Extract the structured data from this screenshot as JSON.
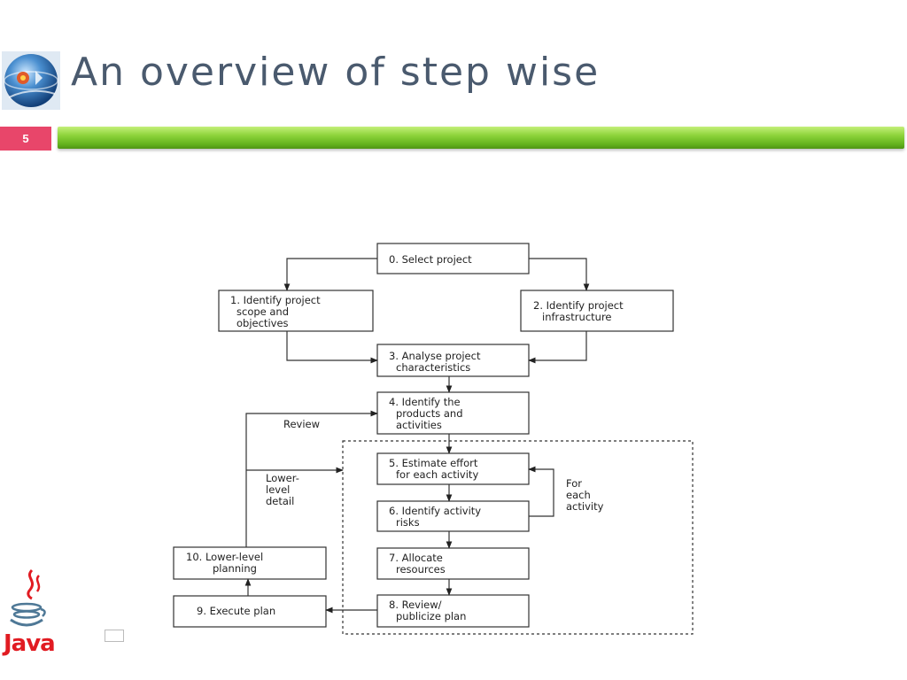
{
  "slide": {
    "title": "An overview of step wise",
    "number": "5"
  },
  "logo": {
    "java_label": "Java",
    "globe_icon": "globe-logo-icon"
  },
  "diagram": {
    "steps": {
      "s0": [
        "0. Select project"
      ],
      "s1": [
        "1. Identify project",
        "scope and",
        "objectives"
      ],
      "s2": [
        "2. Identify project",
        "infrastructure"
      ],
      "s3": [
        "3. Analyse project",
        "characteristics"
      ],
      "s4": [
        "4. Identify the",
        "products and",
        "activities"
      ],
      "s5": [
        "5. Estimate effort",
        "for each activity"
      ],
      "s6": [
        "6. Identify activity",
        "risks"
      ],
      "s7": [
        "7. Allocate",
        "resources"
      ],
      "s8": [
        "8. Review/",
        "publicize plan"
      ],
      "s9": [
        "9. Execute plan"
      ],
      "s10": [
        "10. Lower-level",
        "planning"
      ]
    },
    "labels": {
      "review": [
        "Review"
      ],
      "lower_level_detail": [
        "Lower-",
        "level",
        "detail"
      ],
      "for_each_activity": [
        "For",
        "each",
        "activity"
      ]
    }
  }
}
